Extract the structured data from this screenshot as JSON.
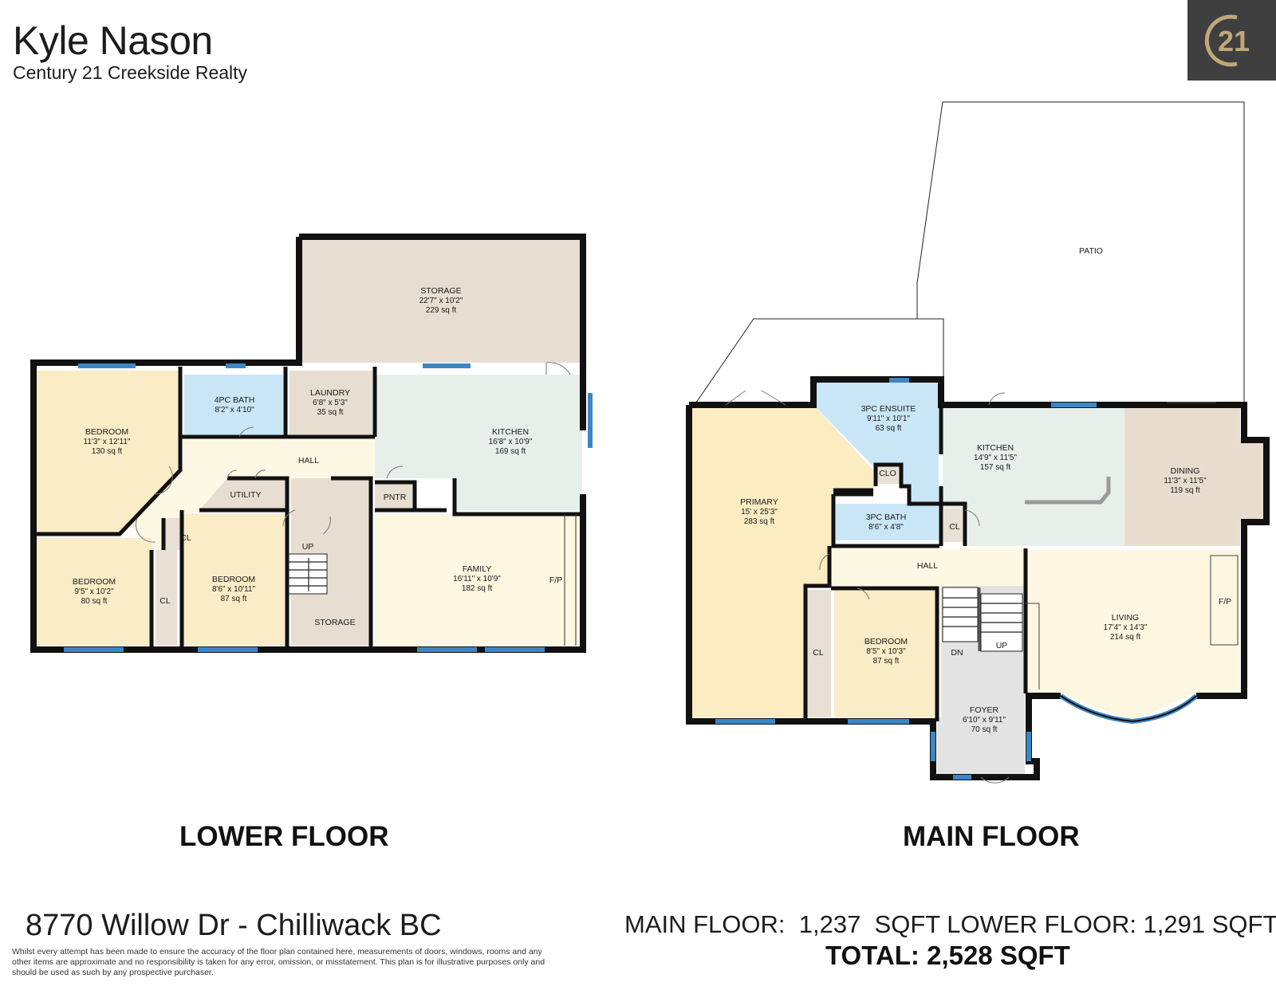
{
  "agent": {
    "name": "Kyle Nason",
    "company": "Century 21 Creekside Realty",
    "logo_text": "21"
  },
  "lower_floor": {
    "title": "LOWER FLOOR",
    "rooms": [
      {
        "name": "STORAGE",
        "dims": "22'7\" x 10'2\"",
        "area": "229 sq ft"
      },
      {
        "name": "BEDROOM",
        "dims": "11'3\" x 12'11\"",
        "area": "130 sq ft"
      },
      {
        "name": "4PC BATH",
        "dims": "8'2\" x 4'10\"",
        "area": ""
      },
      {
        "name": "LAUNDRY",
        "dims": "6'8\" x 5'3\"",
        "area": "35 sq ft"
      },
      {
        "name": "KITCHEN",
        "dims": "16'8\" x 10'9\"",
        "area": "169 sq ft"
      },
      {
        "name": "BEDROOM",
        "dims": "9'5\" x 10'2\"",
        "area": "80 sq ft"
      },
      {
        "name": "BEDROOM",
        "dims": "8'6\" x 10'11\"",
        "area": "87 sq ft"
      },
      {
        "name": "FAMILY",
        "dims": "16'11\" x 10'9\"",
        "area": "182 sq ft"
      }
    ],
    "labels": {
      "hall": "HALL",
      "utility": "UTILITY",
      "pntr": "PNTR",
      "cl1": "CL",
      "cl2": "CL",
      "up": "UP",
      "storage2": "STORAGE",
      "fp": "F/P"
    }
  },
  "main_floor": {
    "title": "MAIN FLOOR",
    "rooms": [
      {
        "name": "3PC ENSUITE",
        "dims": "9'11\" x 10'1\"",
        "area": "63 sq ft"
      },
      {
        "name": "KITCHEN",
        "dims": "14'9\" x 11'5\"",
        "area": "157 sq ft"
      },
      {
        "name": "DINING",
        "dims": "11'3\" x 11'5\"",
        "area": "119 sq ft"
      },
      {
        "name": "PRIMARY",
        "dims": "15' x 25'3\"",
        "area": "283 sq ft"
      },
      {
        "name": "3PC BATH",
        "dims": "8'6\" x 4'8\"",
        "area": ""
      },
      {
        "name": "LIVING",
        "dims": "17'4\" x 14'3\"",
        "area": "214 sq ft"
      },
      {
        "name": "BEDROOM",
        "dims": "8'5\" x 10'3\"",
        "area": "87 sq ft"
      },
      {
        "name": "FOYER",
        "dims": "6'10\" x 9'11\"",
        "area": "70 sq ft"
      }
    ],
    "labels": {
      "patio": "PATIO",
      "clo": "CLO",
      "cl1": "CL",
      "cl2": "CL",
      "hall": "HALL",
      "dn": "DN",
      "up": "UP",
      "fp": "F/P"
    }
  },
  "footer": {
    "address": "8770 Willow Dr - Chilliwack BC",
    "disclaimer": "Whilst every attempt has been made to ensure the accuracy of the floor plan contained here, measurements of doors, windows, rooms and any other items are approximate and no responsibility is taken for any error, omission, or misstatement. This plan is for illustrative purposes only and should be used as such by any prospective purchaser.",
    "sqft_line": "MAIN FLOOR:  1,237  SQFT LOWER FLOOR: 1,291 SQFT",
    "total_line": "TOTAL: 2,528 SQFT"
  },
  "colors": {
    "storage": "#e7ddd1",
    "bedroom": "#faecc6",
    "bath": "#c9e6f7",
    "kitchen": "#e6efe9",
    "hall": "#fdf8e4",
    "family": "#fdf6e1",
    "primary": "#fcecc2",
    "dining": "#e8dccf",
    "foyer": "#e3e3e3",
    "closet": "#e9e0d5",
    "window": "#3b86c6",
    "logo_bg": "#3f3f3f",
    "logo_gold": "#bfa77a"
  }
}
